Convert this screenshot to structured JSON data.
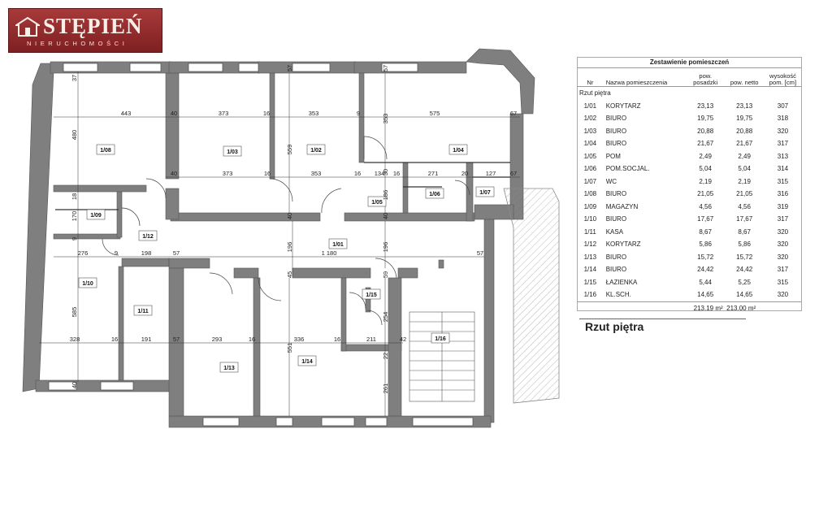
{
  "logo": {
    "brand": "STĘPIEŃ",
    "tagline": "NIERUCHOMOŚCI"
  },
  "table": {
    "title": "Zestawienie pomieszczeń",
    "headers": {
      "nr": "Nr",
      "name": "Nazwa pomieszczenia",
      "gross": "pow. posadzki",
      "net": "pow. netto",
      "height": "wysokość pom. [cm]"
    },
    "section": "Rzut piętra",
    "rows": [
      {
        "nr": "1/01",
        "name": "KORYTARZ",
        "gross": "23,13",
        "net": "23,13",
        "height": "307"
      },
      {
        "nr": "1/02",
        "name": "BIURO",
        "gross": "19,75",
        "net": "19,75",
        "height": "318"
      },
      {
        "nr": "1/03",
        "name": "BIURO",
        "gross": "20,88",
        "net": "20,88",
        "height": "320"
      },
      {
        "nr": "1/04",
        "name": "BIURO",
        "gross": "21,67",
        "net": "21,67",
        "height": "317"
      },
      {
        "nr": "1/05",
        "name": "POM",
        "gross": "2,49",
        "net": "2,49",
        "height": "313"
      },
      {
        "nr": "1/06",
        "name": "POM.SOCJAL.",
        "gross": "5,04",
        "net": "5,04",
        "height": "314"
      },
      {
        "nr": "1/07",
        "name": "WC",
        "gross": "2,19",
        "net": "2,19",
        "height": "315"
      },
      {
        "nr": "1/08",
        "name": "BIURO",
        "gross": "21,05",
        "net": "21,05",
        "height": "316"
      },
      {
        "nr": "1/09",
        "name": "MAGAZYN",
        "gross": "4,56",
        "net": "4,56",
        "height": "319"
      },
      {
        "nr": "1/10",
        "name": "BIURO",
        "gross": "17,67",
        "net": "17,67",
        "height": "317"
      },
      {
        "nr": "1/11",
        "name": "KASA",
        "gross": "8,67",
        "net": "8,67",
        "height": "320"
      },
      {
        "nr": "1/12",
        "name": "KORYTARZ",
        "gross": "5,86",
        "net": "5,86",
        "height": "320"
      },
      {
        "nr": "1/13",
        "name": "BIURO",
        "gross": "15,72",
        "net": "15,72",
        "height": "320"
      },
      {
        "nr": "1/14",
        "name": "BIURO",
        "gross": "24,42",
        "net": "24,42",
        "height": "317"
      },
      {
        "nr": "1/15",
        "name": "ŁAZIENKA",
        "gross": "5,44",
        "net": "5,25",
        "height": "315"
      },
      {
        "nr": "1/16",
        "name": "KL.SCH.",
        "gross": "14,65",
        "net": "14,65",
        "height": "320"
      }
    ],
    "total_gross": "213,19 m²",
    "total_net": "213,00 m²"
  },
  "caption": "Rzut piętra",
  "plan": {
    "rooms": {
      "r01": "1/01",
      "r02": "1/02",
      "r03": "1/03",
      "r04": "1/04",
      "r05": "1/05",
      "r06": "1/06",
      "r07": "1/07",
      "r08": "1/08",
      "r09": "1/09",
      "r10": "1/10",
      "r11": "1/11",
      "r12": "1/12",
      "r13": "1/13",
      "r14": "1/14",
      "r15": "1/15",
      "r16": "1/16"
    },
    "dims": {
      "d443": "443",
      "d40a": "40",
      "d373a": "373",
      "d16a": "16",
      "d353a": "353",
      "d9a": "9",
      "d575": "575",
      "d67a": "67",
      "d40b": "40",
      "d373b": "373",
      "d16b": "16",
      "d353b": "353",
      "d16c": "16",
      "d134": "134",
      "d16d": "16",
      "d271": "271",
      "d20": "20",
      "d127": "127",
      "d67b": "67",
      "d276": "276",
      "d9b": "9",
      "d198": "198",
      "d57a": "57",
      "d1180": "1 180",
      "d57b": "57",
      "d328": "328",
      "d16e": "16",
      "d191": "191",
      "d57c": "57",
      "d293": "293",
      "d16f": "16",
      "d336": "336",
      "d16g": "16",
      "d211": "211",
      "d42": "42",
      "v37": "37",
      "v480": "480",
      "v18": "18",
      "v170": "170",
      "v9": "9",
      "v585": "585",
      "v40": "40",
      "v57a": "57",
      "v559": "559",
      "v40b": "40",
      "v196a": "196",
      "v57b": "57",
      "v353": "353",
      "v30": "30",
      "v186": "186",
      "v40c": "40",
      "v196b": "196",
      "v59": "59",
      "v254": "254",
      "v22": "22",
      "v261": "261",
      "v45": "45",
      "v551": "551"
    }
  }
}
